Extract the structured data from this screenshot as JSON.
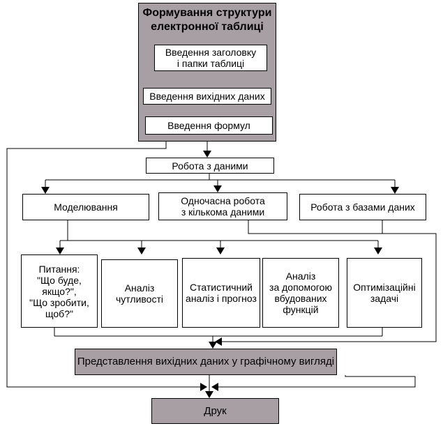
{
  "diagram": {
    "structure_title": "Формування структури\nелектронної таблиці",
    "steps": {
      "header": "Введення заголовку\nі папки таблиці",
      "input": "Введення вихідних даних",
      "formulas": "Введення формул"
    },
    "work_with_data": "Робота з даними",
    "branches": {
      "modeling": "Моделювання",
      "multi": "Одночасна робота\nз кількома даними",
      "databases": "Робота з базами даних"
    },
    "tasks": {
      "whatif": "Питання:\n\"Що буде,\nякщо?\",\n\"Що зробити,\nщоб?\"",
      "sensitivity": "Аналіз\nчутливості",
      "statistics": "Статистичний\nаналіз і прогноз",
      "builtin": "Аналіз\nза допомогою\nвбудованих\nфункцій",
      "optimization": "Оптимізаційні\nзадачі"
    },
    "graphic": "Представлення вихідних даних у графічному вигляді",
    "print": "Друк"
  },
  "colors": {
    "gray_fill": "#a89fa5",
    "line": "#000000"
  }
}
